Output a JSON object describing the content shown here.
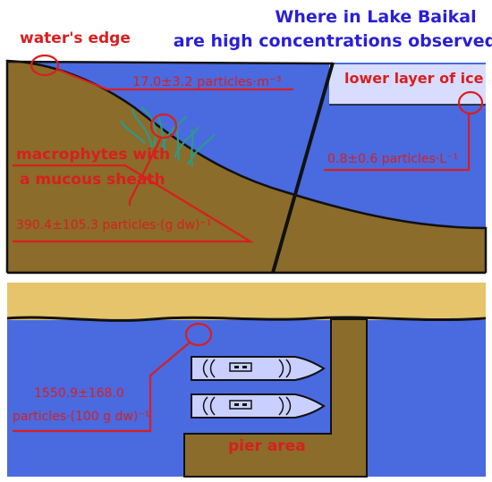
{
  "title": {
    "line1": "Where in Lake Baikal",
    "line2": "are high concentrations observed?"
  },
  "locations": {
    "waters_edge": {
      "label": "water's edge",
      "value": "17.0±3.2 particles·m⁻³"
    },
    "ice": {
      "label": "lower layer of ice",
      "value": "0.8±0.6 particles·L⁻¹"
    },
    "macrophytes": {
      "label_line1": "macrophytes with",
      "label_line2": "a mucous sheath",
      "value": "390.4±105.3 particles·(g dw)⁻¹"
    },
    "pier": {
      "label": "pier area",
      "value_line1": "1550.9±168.0",
      "value_line2": "particles·(100 g dw)⁻¹"
    }
  },
  "colors": {
    "water": "#4a6ae0",
    "ice": "#d8dcff",
    "sediment": "#8b6c2a",
    "sand": "#e6c46b",
    "annotation": "#d81f1f",
    "title": "#2a1fd6",
    "outline": "#111111",
    "boat": "#c9d0ff",
    "plant": "#2b9a8a"
  }
}
